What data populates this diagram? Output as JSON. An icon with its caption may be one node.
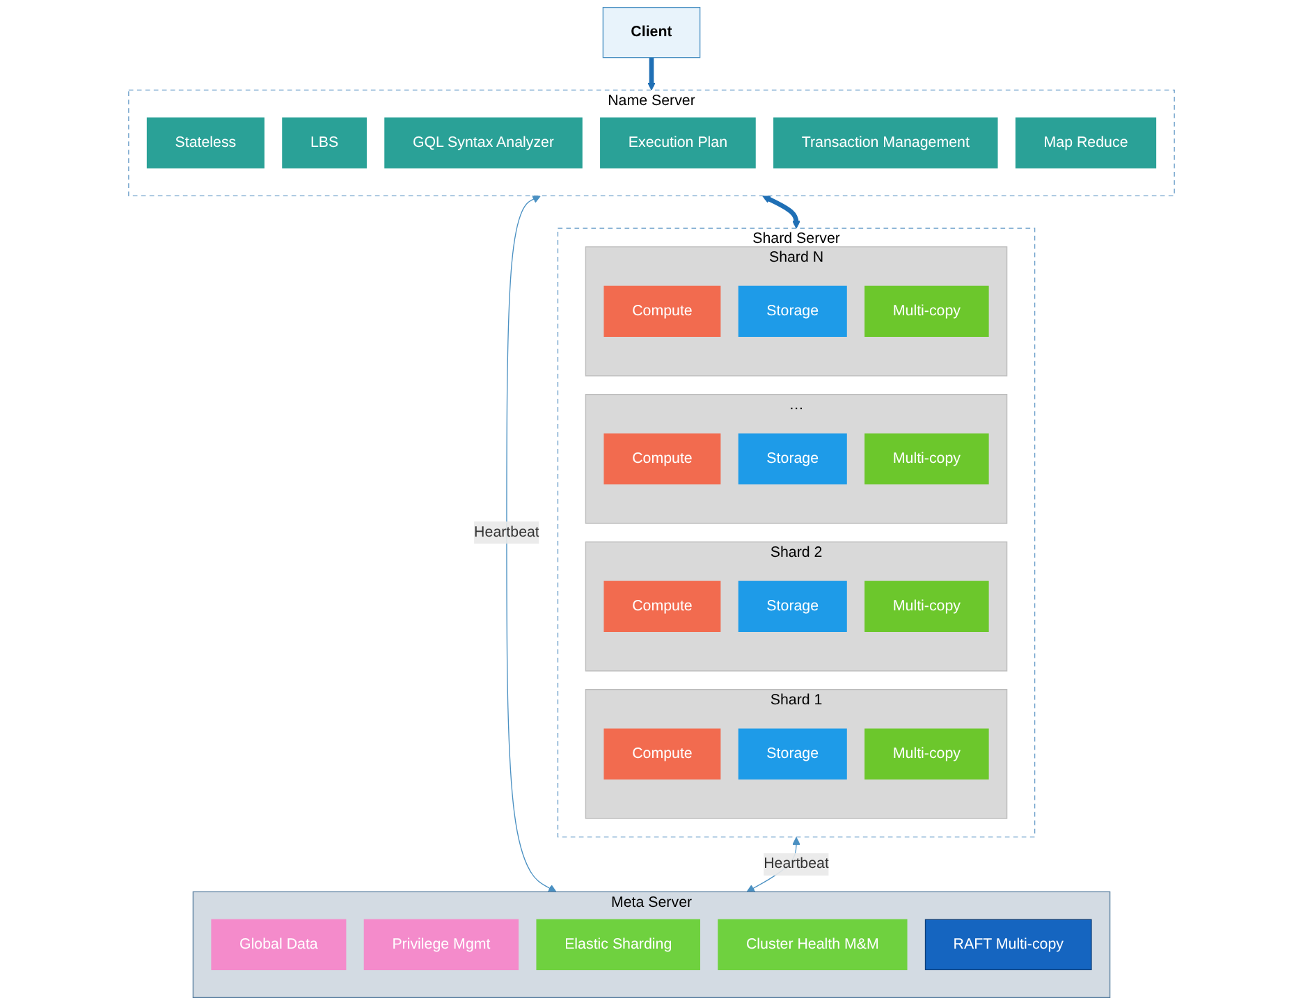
{
  "diagram": {
    "nodes": [
      {
        "text": [
          "Client"
        ]
      },
      {
        "text": [
          "Name Server"
        ]
      },
      {
        "text": [
          "Stateless"
        ],
        "in": 1
      },
      {
        "text": [
          "LBS"
        ],
        "in": 1
      },
      {
        "text": [
          "GQL Syntax Analyzer"
        ],
        "in": 1
      },
      {
        "text": [
          "Execution Plan"
        ],
        "in": 1
      },
      {
        "text": [
          "Transaction Management"
        ],
        "in": 1
      },
      {
        "text": [
          "Map Reduce"
        ],
        "in": 1
      },
      {
        "text": [
          "Shard Server"
        ]
      },
      {
        "text": [
          "Shard 1"
        ],
        "in": 8
      },
      {
        "text": [
          "Compute"
        ],
        "in": 9
      },
      {
        "text": [
          "Storage"
        ],
        "in": 9
      },
      {
        "text": [
          "Multi-copy"
        ],
        "in": 9
      },
      {
        "text": [
          "Shard 2"
        ],
        "in": 8
      },
      {
        "text": [
          "Compute"
        ],
        "in": 13
      },
      {
        "text": [
          "Storage"
        ],
        "in": 13
      },
      {
        "text": [
          "Multi-copy"
        ],
        "in": 13
      },
      {
        "text": [
          "…"
        ],
        "in": 8
      },
      {
        "text": [
          "Compute"
        ],
        "in": 17
      },
      {
        "text": [
          "Storage"
        ],
        "in": 17
      },
      {
        "text": [
          "Multi-copy"
        ],
        "in": 17
      },
      {
        "text": [
          "Shard N"
        ],
        "in": 8
      },
      {
        "text": [
          "Compute"
        ],
        "in": 21
      },
      {
        "text": [
          "Storage"
        ],
        "in": 21
      },
      {
        "text": [
          "Multi-copy"
        ],
        "in": 21
      },
      {
        "text": [
          "Meta Server"
        ]
      },
      {
        "text": [
          "Global Data"
        ],
        "in": 25
      },
      {
        "text": [
          "Privilege Mgmt"
        ],
        "in": 25
      },
      {
        "text": [
          "Elastic Sharding"
        ],
        "in": 25
      },
      {
        "text": [
          "Cluster Health M&M"
        ],
        "in": 25
      },
      {
        "text": [
          "RAFT Multi-copy"
        ],
        "in": 25
      }
    ],
    "edges": [
      {
        "from": 0,
        "to": 1,
        "arrow": "to",
        "style": "thick",
        "color": "#1f6fb5"
      },
      {
        "from": 1,
        "to": 8,
        "arrow": "both",
        "style": "thick",
        "color": "#1f6fb5"
      },
      {
        "from": 1,
        "to": 25,
        "arrow": "both",
        "label": "Heartbeat",
        "color": "#4a90c2"
      },
      {
        "from": 8,
        "to": 25,
        "arrow": "both",
        "label": "Heartbeat",
        "color": "#4a90c2"
      }
    ]
  }
}
